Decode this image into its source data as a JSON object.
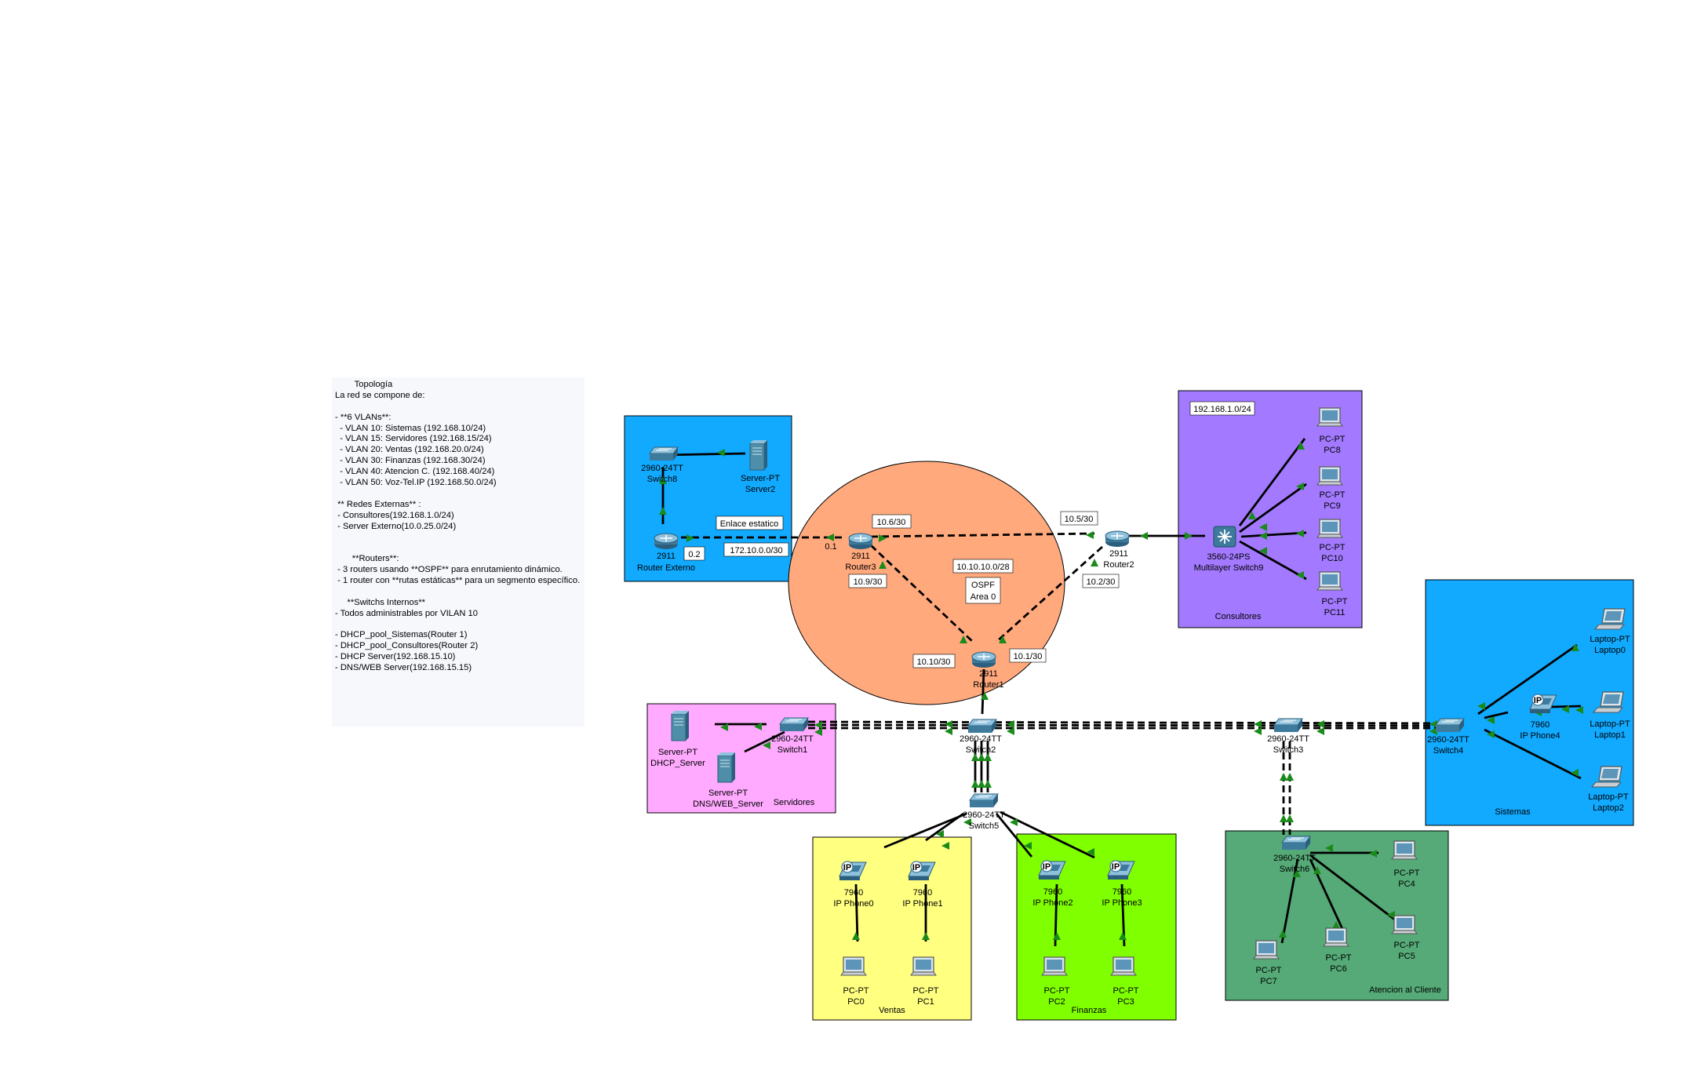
{
  "notes": [
    "        Topología",
    "La red se compone de:",
    "",
    "- **6 VLANs**:",
    "  - VLAN 10: Sistemas (192.168.10/24)",
    "  - VLAN 15: Servidores (192.168.15/24)",
    "  - VLAN 20: Ventas (192.168.20.0/24)",
    "  - VLAN 30: Finanzas (192.168.30/24)",
    "  - VLAN 40: Atencion C. (192.168.40/24)",
    "  - VLAN 50: Voz-Tel.IP (192.168.50.0/24)",
    "",
    " ** Redes Externas** :",
    " - Consultores(192.168.1.0/24)",
    " - Server Externo(10.0.25.0/24)",
    "",
    "",
    "       **Routers**:",
    " - 3 routers usando **OSPF** para enrutamiento dinámico.",
    " - 1 router con **rutas estáticas** para un segmento específico.",
    "",
    "     **Switchs Internos**",
    "- Todos administrables por VILAN 10",
    "",
    "- DHCP_pool_Sistemas(Router 1)",
    "- DHCP_pool_Consultores(Router 2)",
    "- DHCP Server(192.168.15.10)",
    "- DNS/WEB Server(192.168.15.15)"
  ],
  "colors": {
    "server_externo_zone": "#11aaff",
    "consultores_zone": "#a37aff",
    "ospf_zone": "#ffa97d",
    "servidores_zone": "#ffaaff",
    "sistemas_zone": "#11aaff",
    "ventas_zone": "#ffff80",
    "finanzas_zone": "#80ff00",
    "atencion_zone": "#55aa77",
    "link_up": "#1a8a1a"
  },
  "zones": {
    "servidores": "Servidores",
    "consultores": "Consultores",
    "sistemas": "Sistemas",
    "ventas": "Ventas",
    "finanzas": "Finanzas",
    "atencion": "Atencion al Cliente"
  },
  "labels": {
    "enlace_estatico": "Enlace estatico",
    "net_172": "172.10.0.0/30",
    "ip_02": "0.2",
    "ip_01": "0.1",
    "r3_up": "10.6/30",
    "r2_up": "10.5/30",
    "r3_down": "10.9/30",
    "r2_down": "10.2/30",
    "ospf_net": "10.10.10.0/28",
    "ospf_name": "OSPF",
    "ospf_area": "Area 0",
    "r1_left": "10.10/30",
    "r1_right": "10.1/30",
    "consult_net": "192.168.1.0/24"
  },
  "devices": {
    "switch8": {
      "model": "2960-24TT",
      "name": "Switch8",
      "icon": "switch-icon"
    },
    "server2": {
      "model": "Server-PT",
      "name": "Server2",
      "icon": "server-icon"
    },
    "router_externo": {
      "model": "2911",
      "name": "Router Externo",
      "icon": "router-icon"
    },
    "router3": {
      "model": "2911",
      "name": "Router3",
      "icon": "router-icon"
    },
    "router2": {
      "model": "2911",
      "name": "Router2",
      "icon": "router-icon"
    },
    "router1": {
      "model": "2911",
      "name": "Router1",
      "icon": "router-icon"
    },
    "mls9": {
      "model": "3560-24PS",
      "name": "Multilayer Switch9",
      "icon": "multilayer-switch-icon"
    },
    "pc8": {
      "model": "PC-PT",
      "name": "PC8",
      "icon": "pc-icon"
    },
    "pc9": {
      "model": "PC-PT",
      "name": "PC9",
      "icon": "pc-icon"
    },
    "pc10": {
      "model": "PC-PT",
      "name": "PC10",
      "icon": "pc-icon"
    },
    "pc11": {
      "model": "PC-PT",
      "name": "PC11",
      "icon": "pc-icon"
    },
    "dhcp_server": {
      "model": "Server-PT",
      "name": "DHCP_Server",
      "icon": "server-icon"
    },
    "dns_server": {
      "model": "Server-PT",
      "name": "DNS/WEB_Server",
      "icon": "server-icon"
    },
    "switch1": {
      "model": "2960-24TT",
      "name": "Switch1",
      "icon": "switch-icon"
    },
    "switch2": {
      "model": "2960-24TT",
      "name": "Switch2",
      "icon": "switch-icon"
    },
    "switch3": {
      "model": "2960-24TT",
      "name": "Switch3",
      "icon": "switch-icon"
    },
    "switch4": {
      "model": "2960-24TT",
      "name": "Switch4",
      "icon": "switch-icon"
    },
    "switch5": {
      "model": "2960-24TT",
      "name": "Switch5",
      "icon": "switch-icon"
    },
    "switch6": {
      "model": "2960-24TT",
      "name": "Switch6",
      "icon": "switch-icon"
    },
    "laptop0": {
      "model": "Laptop-PT",
      "name": "Laptop0",
      "icon": "laptop-icon"
    },
    "laptop1": {
      "model": "Laptop-PT",
      "name": "Laptop1",
      "icon": "laptop-icon"
    },
    "laptop2": {
      "model": "Laptop-PT",
      "name": "Laptop2",
      "icon": "laptop-icon"
    },
    "phone4": {
      "model": "7960",
      "name": "IP Phone4",
      "icon": "ip-phone-icon"
    },
    "phone0": {
      "model": "7960",
      "name": "IP Phone0",
      "icon": "ip-phone-icon"
    },
    "phone1": {
      "model": "7960",
      "name": "IP Phone1",
      "icon": "ip-phone-icon"
    },
    "phone2": {
      "model": "7960",
      "name": "IP Phone2",
      "icon": "ip-phone-icon"
    },
    "phone3": {
      "model": "7960",
      "name": "IP Phone3",
      "icon": "ip-phone-icon"
    },
    "pc0": {
      "model": "PC-PT",
      "name": "PC0",
      "icon": "pc-icon"
    },
    "pc1": {
      "model": "PC-PT",
      "name": "PC1",
      "icon": "pc-icon"
    },
    "pc2": {
      "model": "PC-PT",
      "name": "PC2",
      "icon": "pc-icon"
    },
    "pc3": {
      "model": "PC-PT",
      "name": "PC3",
      "icon": "pc-icon"
    },
    "pc4": {
      "model": "PC-PT",
      "name": "PC4",
      "icon": "pc-icon"
    },
    "pc5": {
      "model": "PC-PT",
      "name": "PC5",
      "icon": "pc-icon"
    },
    "pc6": {
      "model": "PC-PT",
      "name": "PC6",
      "icon": "pc-icon"
    },
    "pc7": {
      "model": "PC-PT",
      "name": "PC7",
      "icon": "pc-icon"
    }
  },
  "ip_phone_badge": "IP"
}
